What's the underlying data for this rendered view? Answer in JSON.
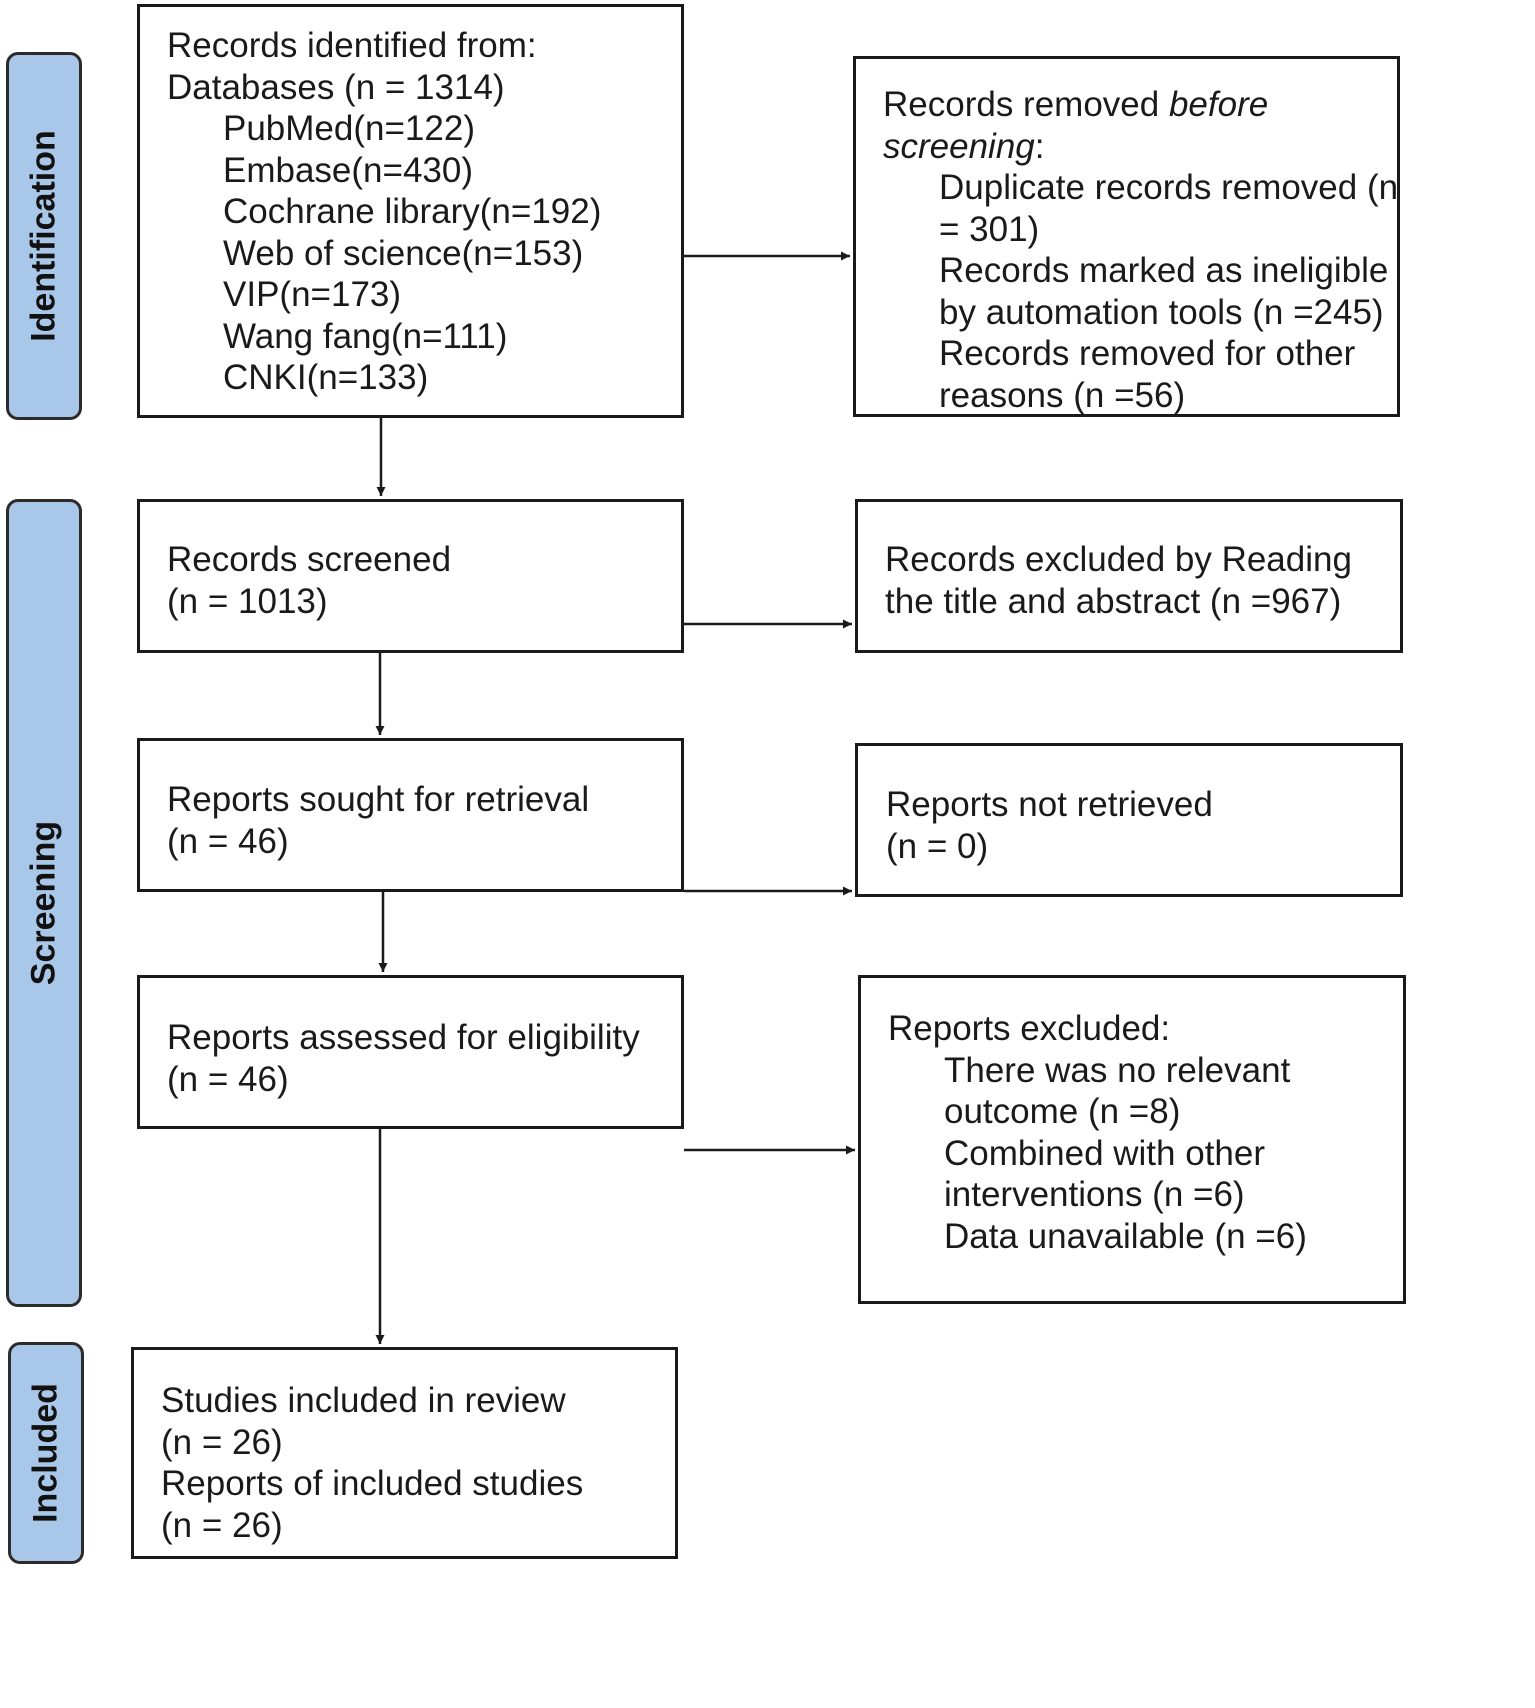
{
  "phases": {
    "identification": "Identification",
    "screening": "Screening",
    "included": "Included"
  },
  "identification_box": {
    "title": "Records identified from:",
    "databases": "Databases (n = 1314)",
    "sources": [
      "PubMed(n=122)",
      "Embase(n=430)",
      "Cochrane library(n=192)",
      "Web of science(n=153)",
      "VIP(n=173)",
      "Wang fang(n=111)",
      "CNKI(n=133)"
    ]
  },
  "removed_box": {
    "title_prefix": "Records removed ",
    "title_italic_1": "before",
    "title_italic_2": "screening",
    "title_suffix": ":",
    "lines": [
      "Duplicate records removed (n",
      "= 301)",
      "Records marked as ineligible",
      "by automation tools (n =245)",
      "Records removed for other",
      "reasons (n =56)"
    ]
  },
  "screened_box": {
    "line1": "Records screened",
    "line2": "(n = 1013)"
  },
  "excluded_title_box": {
    "line1": "Records excluded by Reading",
    "line2": "the title and abstract (n =967)"
  },
  "sought_box": {
    "line1": "Reports sought for retrieval",
    "line2": "(n = 46)"
  },
  "not_retrieved_box": {
    "line1": "Reports not retrieved",
    "line2": "(n = 0)"
  },
  "assessed_box": {
    "line1": "Reports assessed for eligibility",
    "line2": "(n = 46)"
  },
  "reports_excluded_box": {
    "title": "Reports excluded:",
    "lines": [
      "There was no relevant",
      "outcome (n =8)",
      "Combined with other",
      "interventions (n =6)",
      "Data unavailable (n =6)"
    ]
  },
  "included_box": {
    "lines": [
      "Studies included in review",
      "(n = 26)",
      "Reports of included studies",
      "(n = 26)"
    ]
  }
}
